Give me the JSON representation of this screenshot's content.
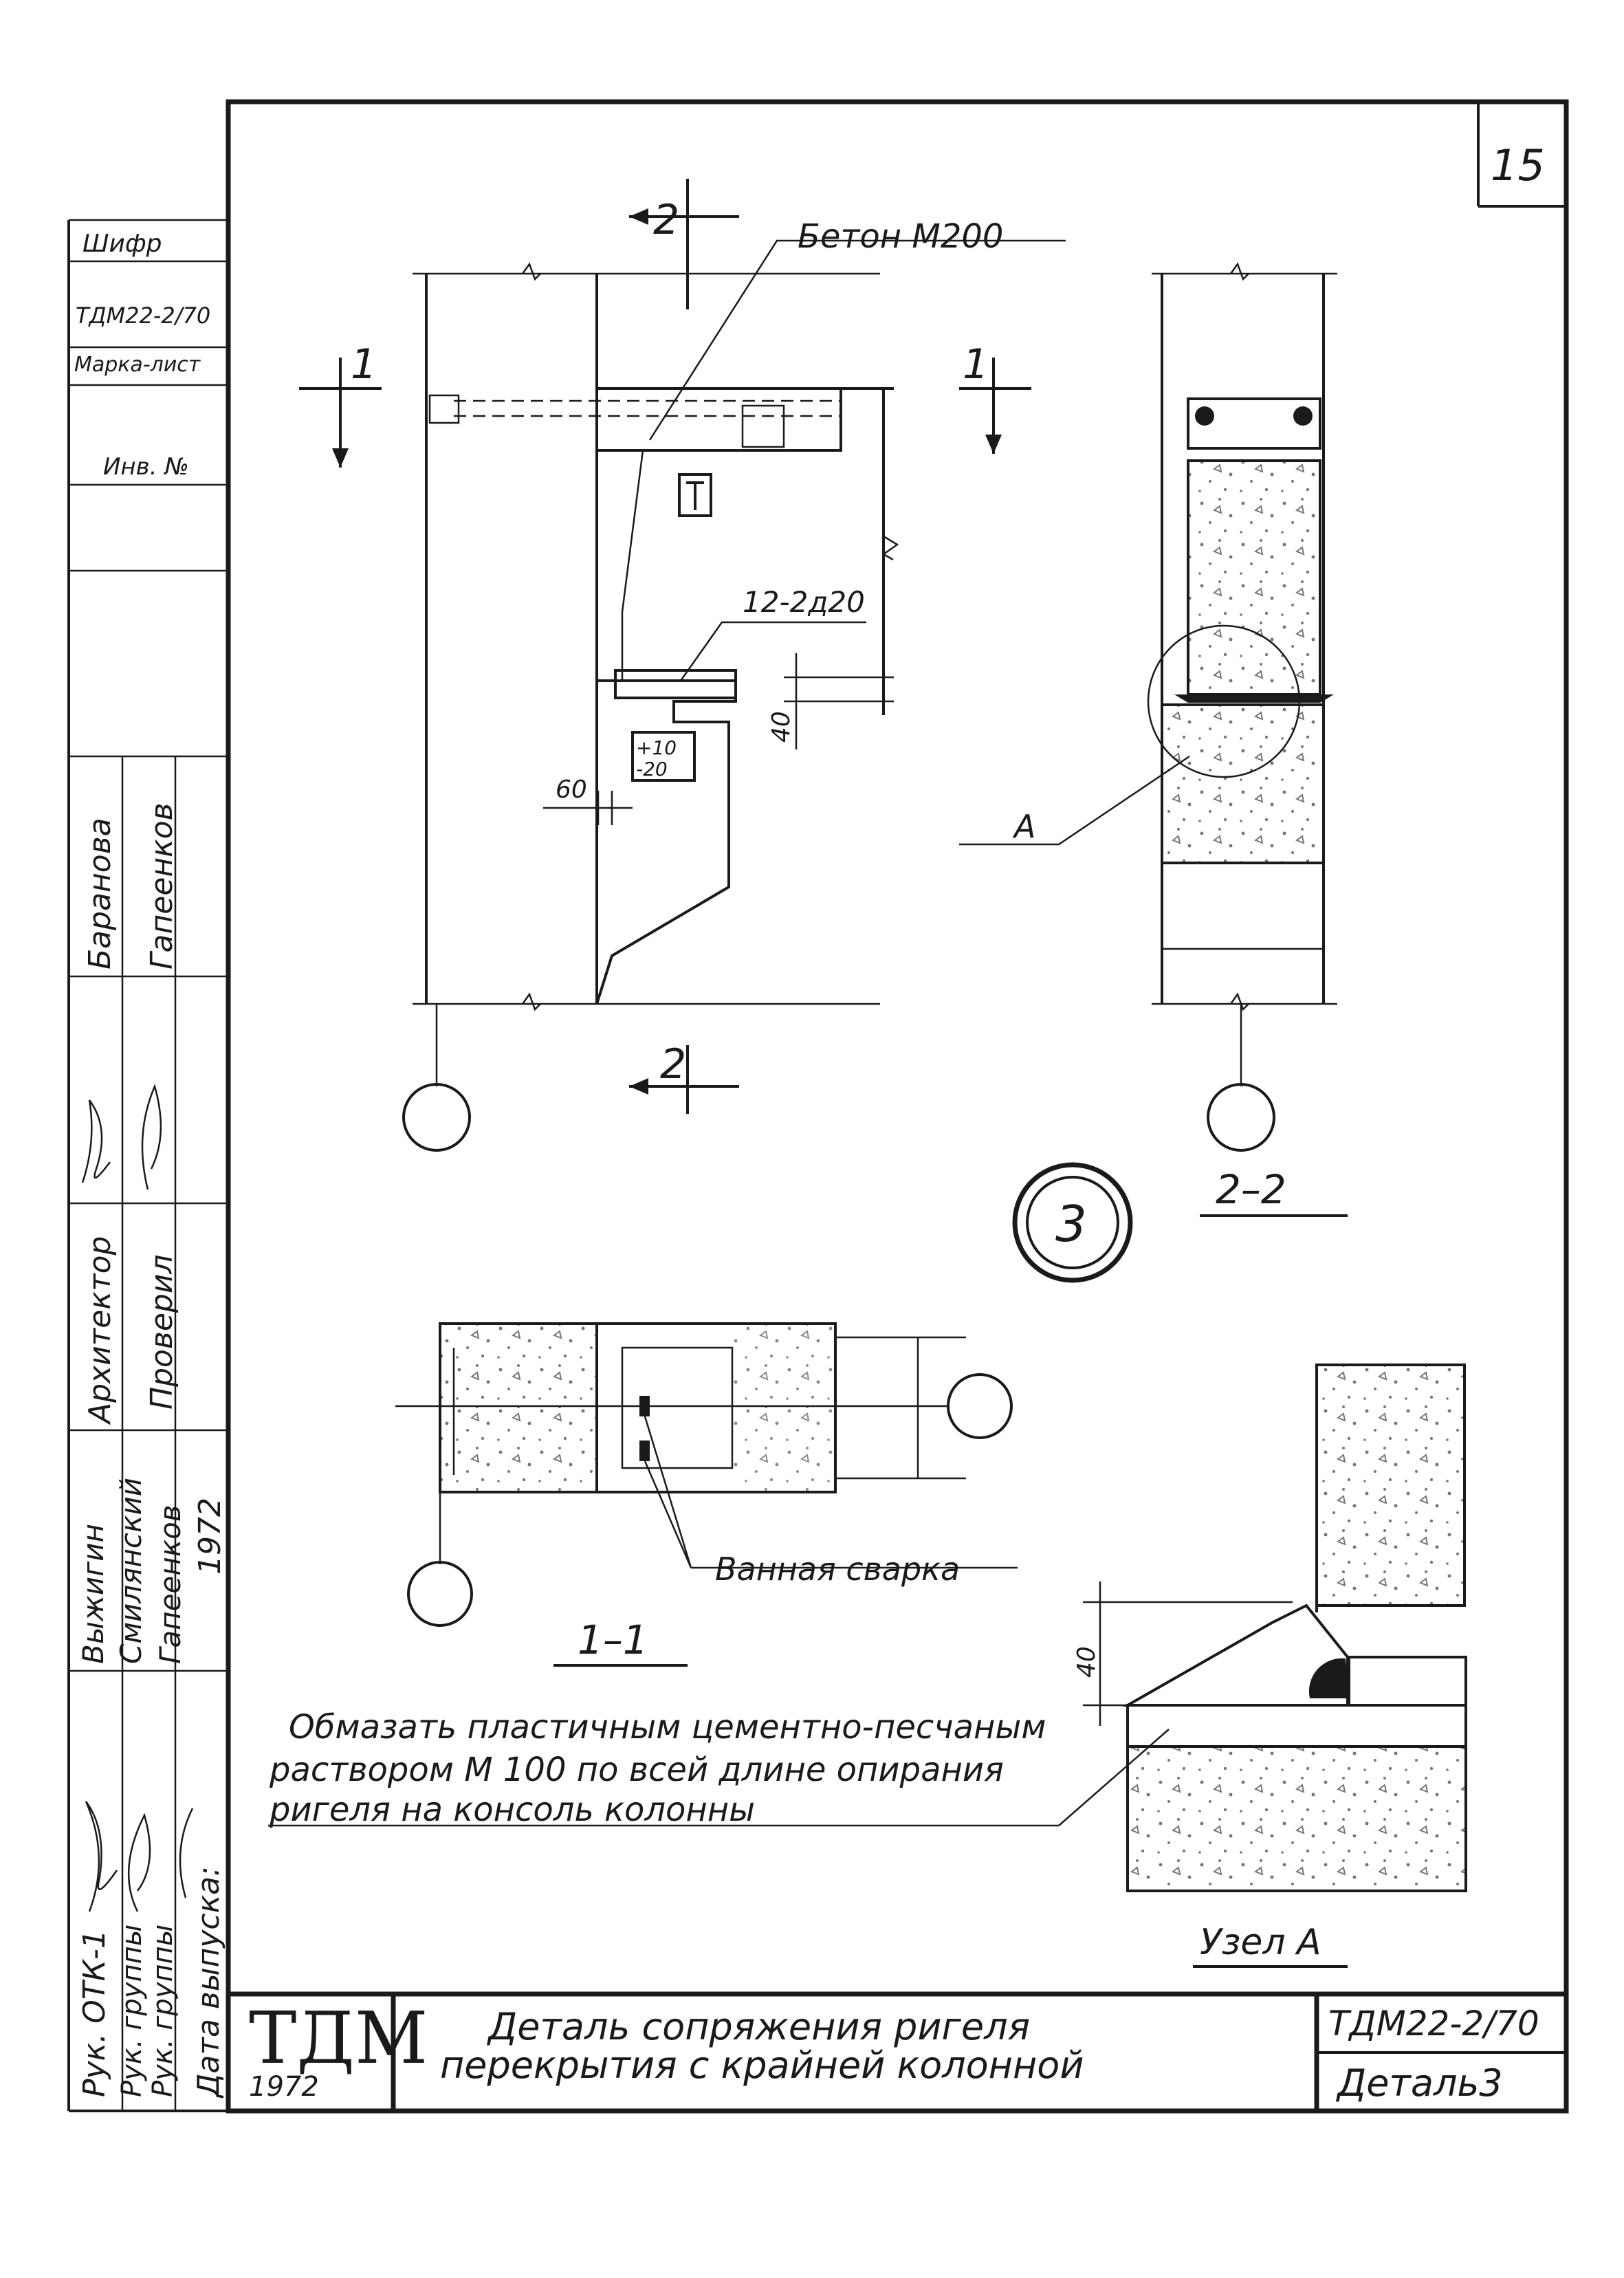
{
  "sheet": {
    "page_number": "15",
    "drawing_number": "3",
    "title_line1": "Деталь сопряжения ригеля",
    "title_line2": "перекрытия с крайней колонной",
    "code": "ТДМ22-2/70",
    "detail": "Деталь3",
    "logo": "ТДМ",
    "year": "1972"
  },
  "side_stamp": {
    "shifr_label": "Шифр",
    "shifr_value": "ТДМ22-2/70",
    "marka_list": "Марка-лист",
    "inv_no": "Инв. №",
    "roles": [
      "Рук. ОТК-1",
      "Рук. группы",
      "Рук. группы",
      "Дата выпуска:"
    ],
    "names_col1": [
      "Выжигин",
      "Смилянский",
      "Гапеенков",
      "1972"
    ],
    "names_col2": [
      "Архитектор",
      "Проверил"
    ],
    "names_col3": [
      "Баранова",
      "Гапеенков"
    ]
  },
  "labels": {
    "section_2": "2",
    "section_1": "1",
    "concrete": "Бетон М200",
    "plate": "12-2д20",
    "dim_40": "40",
    "dim_60": "60",
    "tolerance_top": "+10",
    "tolerance_bottom": "-20",
    "callout_a": "А",
    "section_22": "2–2",
    "section_11": "1–1",
    "welding": "Ванная сварка",
    "node_a": "Узел А",
    "note_line1": "Обмазать пластичным цементно-песчаным",
    "note_line2": "раствором М 100 по всей длине опирания",
    "note_line3": "ригеля на консоль колонны"
  }
}
